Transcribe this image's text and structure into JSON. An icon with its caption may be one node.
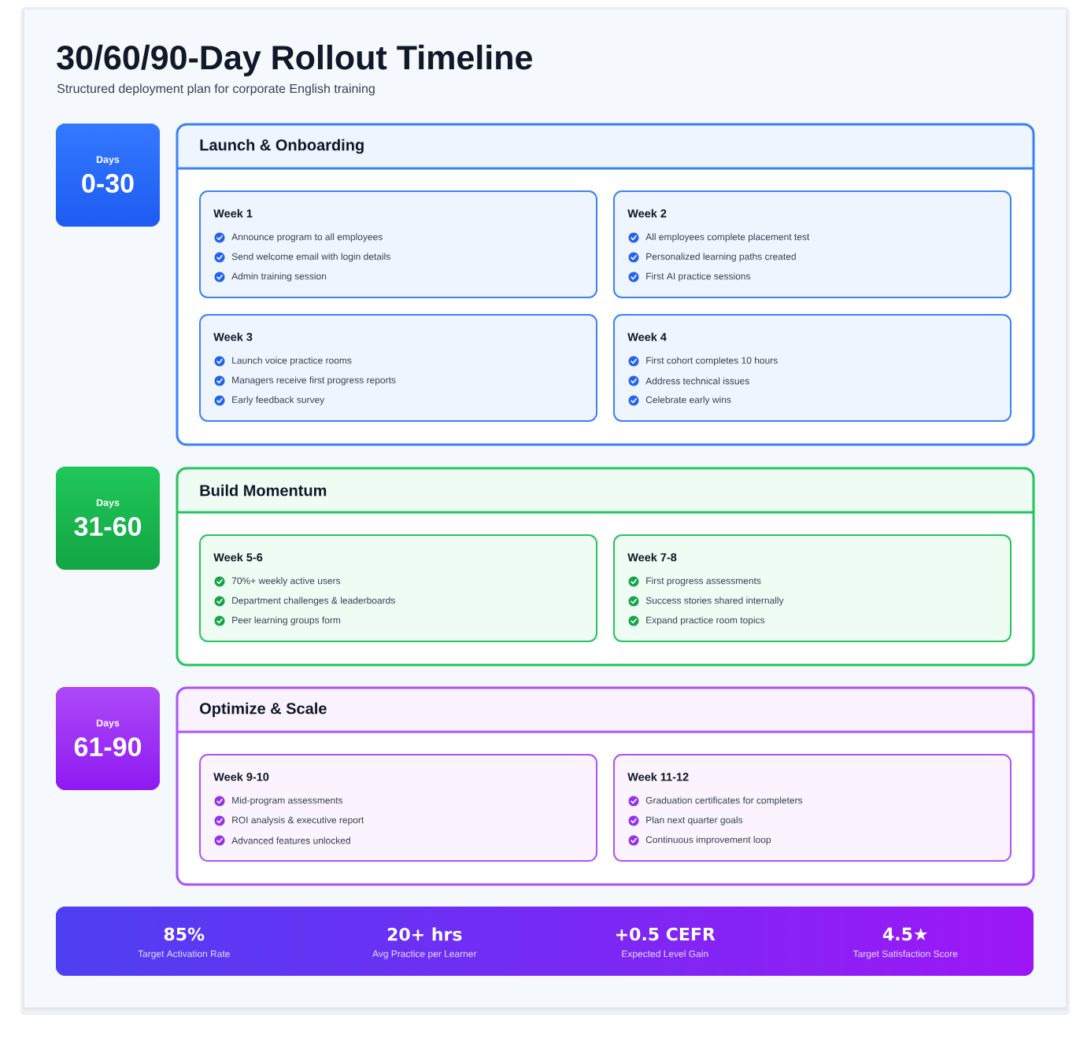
{
  "diagram": {
    "title": "30/60/90-Day Rollout Timeline",
    "nodes": [
      {
        "text": [
          "Days",
          "0-30"
        ]
      },
      {
        "text": [
          "Launch & Onboarding"
        ]
      },
      {
        "text": [
          "Week 1",
          "Announce program to all employees",
          "Send welcome email with login details",
          "Admin training session"
        ],
        "in": 1
      },
      {
        "text": [
          "Week 2",
          "All employees complete placement test",
          "Personalized learning paths created",
          "First AI practice sessions"
        ],
        "in": 1
      },
      {
        "text": [
          "Week 3",
          "Launch voice practice rooms",
          "Managers receive first progress reports",
          "Early feedback survey"
        ],
        "in": 1
      },
      {
        "text": [
          "Week 4",
          "First cohort completes 10 hours",
          "Address technical issues",
          "Celebrate early wins"
        ],
        "in": 1
      },
      {
        "text": [
          "Days",
          "31-60"
        ]
      },
      {
        "text": [
          "Build Momentum"
        ]
      },
      {
        "text": [
          "Week 5-6",
          "70%+ weekly active users",
          "Department challenges & leaderboards",
          "Peer learning groups form"
        ],
        "in": 7
      },
      {
        "text": [
          "Week 7-8",
          "First progress assessments",
          "Success stories shared internally",
          "Expand practice room topics"
        ],
        "in": 7
      },
      {
        "text": [
          "Days",
          "61-90"
        ]
      },
      {
        "text": [
          "Optimize & Scale"
        ]
      },
      {
        "text": [
          "Week 9-10",
          "Mid-program assessments",
          "ROI analysis & executive report",
          "Advanced features unlocked"
        ],
        "in": 11
      },
      {
        "text": [
          "Week 11-12",
          "Graduation certificates for completers",
          "Plan next quarter goals",
          "Continuous improvement loop"
        ],
        "in": 11
      },
      {
        "text": [
          "85%",
          "Target Activation Rate",
          "20+ hrs",
          "Avg Practice per Learner",
          "+0.5 CEFR",
          "Expected Level Gain",
          "4.5★",
          "Target Satisfaction Score"
        ]
      }
    ],
    "labels": [
      "Structured deployment plan for corporate English training"
    ]
  }
}
